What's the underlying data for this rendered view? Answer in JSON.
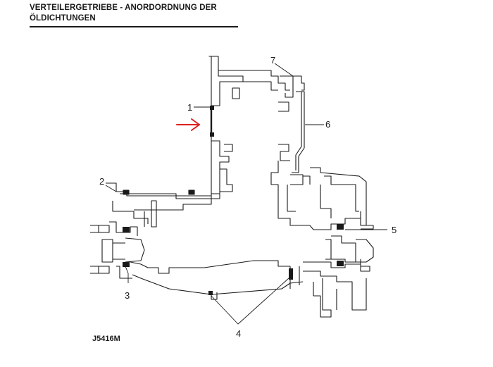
{
  "header": {
    "title_line1": "VERTEILERGETRIEBE - ANORDORDNUNG DER",
    "title_line2": "ÖLDICHTUNGEN"
  },
  "callouts": {
    "c1": "1",
    "c2": "2",
    "c3": "3",
    "c4": "4",
    "c5": "5",
    "c6": "6",
    "c7": "7"
  },
  "figure_code": "J5416M",
  "colors": {
    "line": "#1a1a1a",
    "arrow": "#e02020"
  }
}
